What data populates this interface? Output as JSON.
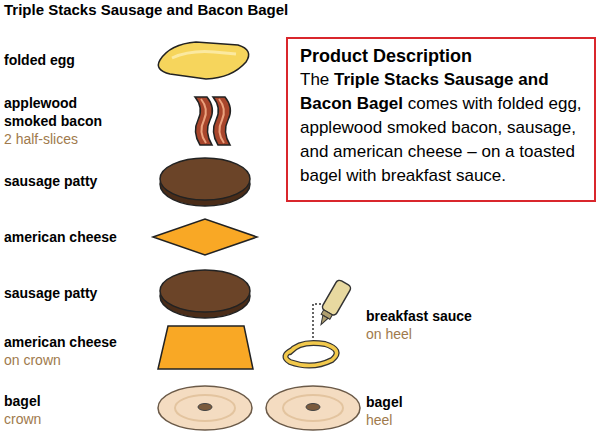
{
  "diagram": {
    "title": "Triple Stacks Sausage and Bacon Bagel",
    "nodes": [
      {
        "text": [
          "Product Description",
          "The Triple Stacks Sausage and Bacon Bagel comes with folded egg, applewood smoked bacon, sausage, and american cheese – on a toasted bagel with breakfast sauce."
        ]
      }
    ],
    "labels": [
      "folded egg",
      "applewood smoked bacon",
      "2 half-slices",
      "sausage patty",
      "american cheese",
      "sausage patty",
      "american cheese",
      "on crown",
      "bagel",
      "crown",
      "breakfast sauce",
      "on heel",
      "bagel",
      "heel"
    ]
  }
}
